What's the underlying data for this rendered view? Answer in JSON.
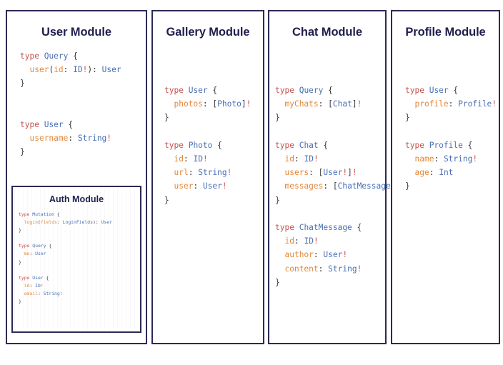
{
  "background_color": "#ffffff",
  "border_color": "#2b2a55",
  "title_color": "#1f1f4d",
  "syntax_colors": {
    "keyword": "#c4524f",
    "type_name": "#4a6fb5",
    "field_name": "#e2883c",
    "scalar": "#4a6fb5",
    "punctuation": "#3b3b3b",
    "non_null": "#c4524f"
  },
  "panels": {
    "user": {
      "title": "User Module",
      "code": "type Query {\n  user(id: ID!): User\n}\n\n\ntype User {\n  username: String!\n}",
      "nested": {
        "title": "Auth Module",
        "code": "type Mutation {\n  login(fields: LoginFields): User\n}\n\ntype Query {\n  me: User\n}\n\ntype User {\n  id: ID!\n  email: String!\n}"
      }
    },
    "gallery": {
      "title": "Gallery Module",
      "code": "type User {\n  photos: [Photo]!\n}\n\ntype Photo {\n  id: ID!\n  url: String!\n  user: User!\n}"
    },
    "chat": {
      "title": "Chat Module",
      "code": "type Query {\n  myChats: [Chat]!\n}\n\ntype Chat {\n  id: ID!\n  users: [User!]!\n  messages: [ChatMessage]!\n}\n\ntype ChatMessage {\n  id: ID!\n  author: User!\n  content: String!\n}"
    },
    "profile": {
      "title": "Profile Module",
      "code": "type User {\n  profile: Profile!\n}\n\ntype Profile {\n  name: String!\n  age: Int\n}"
    }
  }
}
